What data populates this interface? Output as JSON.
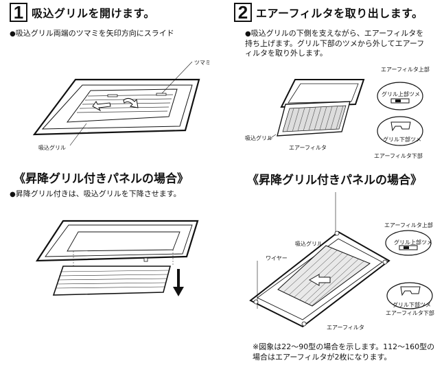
{
  "step1": {
    "number": "1",
    "title": "吸込グリルを開けます。",
    "desc_bullet": "●",
    "desc": "吸込グリル両端のツマミを矢印方向にスライド",
    "label_tsumami": "ツマミ",
    "label_grille": "吸込グリル"
  },
  "step2": {
    "number": "2",
    "title": "エアーフィルタを取り出します。",
    "desc_bullet": "●",
    "desc": "吸込グリルの下側を支えながら、エアーフィルタを持ち上げます。グリル下部のツメから外してエアーフィルタを取り外します。",
    "label_filter_top": "エアーフィルタ上部",
    "label_grille_top_claw": "グリル上部ツメ",
    "label_grille_bottom_claw": "グリル下部ツメ",
    "label_grille": "吸込グリル",
    "label_filter": "エアーフィルタ",
    "label_filter_bottom": "エアーフィルタ下部"
  },
  "lift1": {
    "subtitle": "《昇降グリル付きパネルの場合》",
    "desc_bullet": "●",
    "desc": "昇降グリル付きは、吸込グリルを下降させます。"
  },
  "lift2": {
    "subtitle": "《昇降グリル付きパネルの場合》",
    "label_filter_top": "エアーフィルタ上部",
    "label_grille": "吸込グリル",
    "label_grille_top_claw": "グリル上部ツメ",
    "label_wire": "ワイヤー",
    "label_grille_bottom_claw": "グリル下部ツメ",
    "label_filter_bottom": "エアーフィルタ下部",
    "label_filter": "エアーフィルタ"
  },
  "note": "※図象は22～90型の場合を示します。112～160型の場合はエアーフィルタが2枚になります。"
}
